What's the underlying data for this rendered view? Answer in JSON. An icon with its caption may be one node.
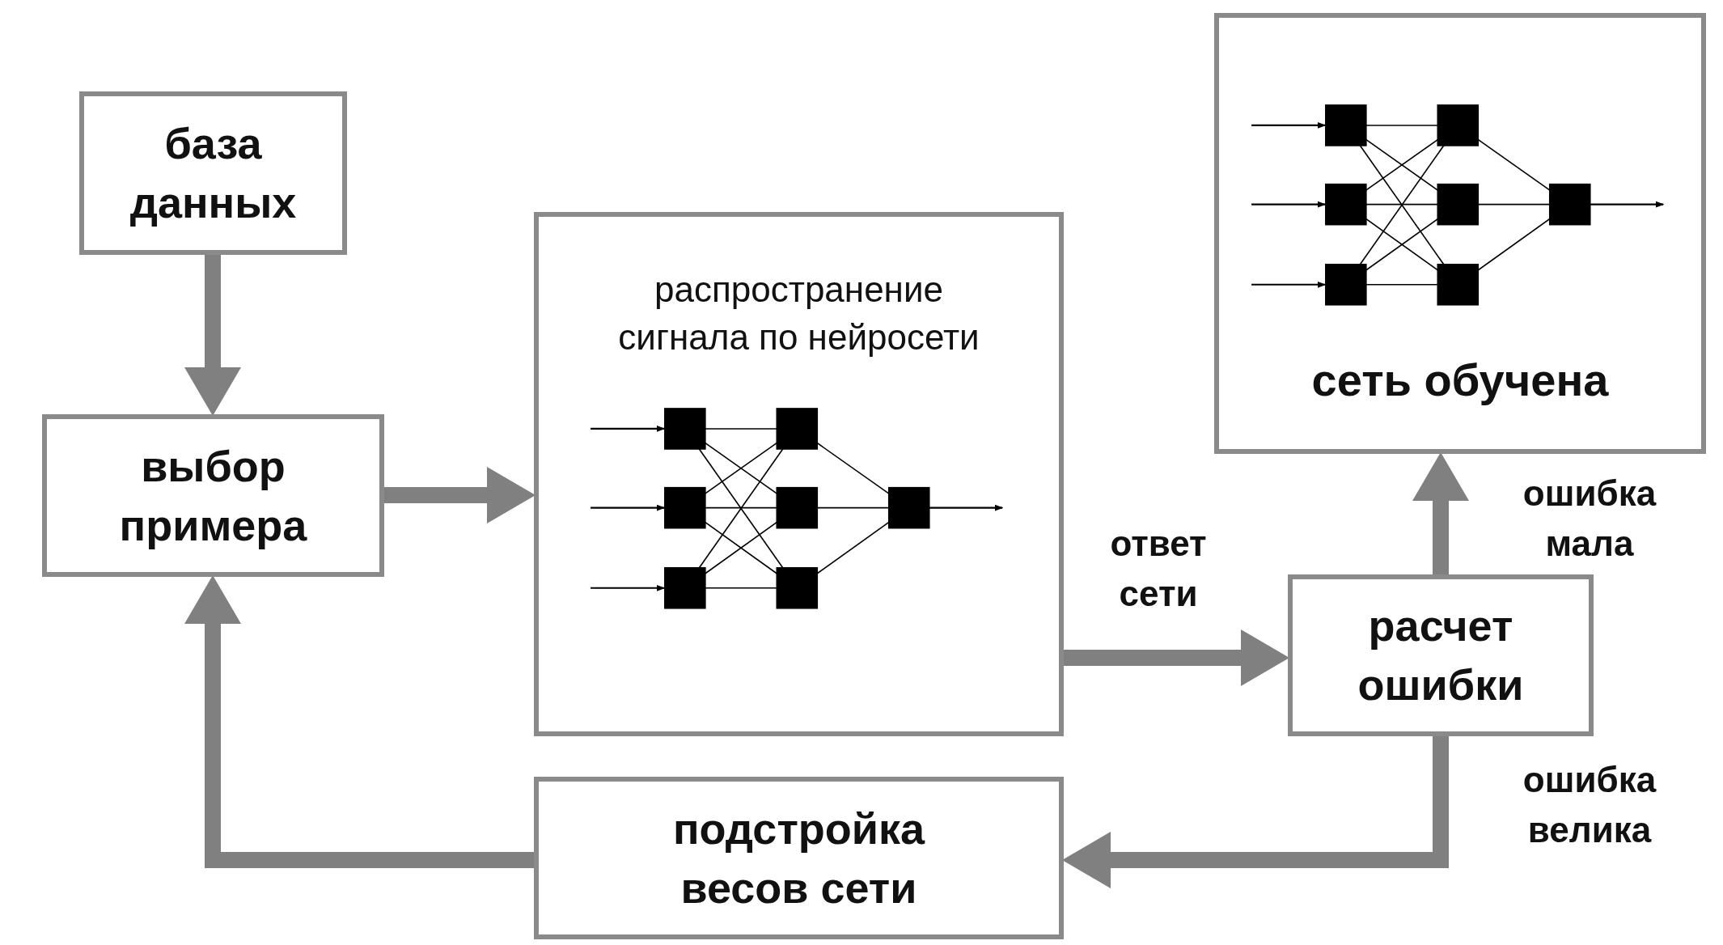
{
  "diagram": {
    "nodes": [
      {
        "text": [
          "база данных"
        ]
      },
      {
        "text": [
          "выбор примера"
        ]
      },
      {
        "text": [
          "распространение сигнала по нейросети"
        ]
      },
      {
        "text": [
          "сеть обучена"
        ]
      },
      {
        "text": [
          "расчет ошибки"
        ]
      },
      {
        "text": [
          "подстройка весов сети"
        ]
      }
    ],
    "edges": [
      {
        "from": 0,
        "to": 1,
        "arrow": "to"
      },
      {
        "from": 1,
        "to": 2,
        "arrow": "to"
      },
      {
        "from": 2,
        "to": 4,
        "arrow": "to",
        "label": "ответ сети"
      },
      {
        "from": 4,
        "to": 3,
        "arrow": "to",
        "label": "ошибка мала"
      },
      {
        "from": 4,
        "to": 5,
        "arrow": "to",
        "label": "ошибка велика"
      },
      {
        "from": 5,
        "to": 1,
        "arrow": "to"
      }
    ]
  }
}
